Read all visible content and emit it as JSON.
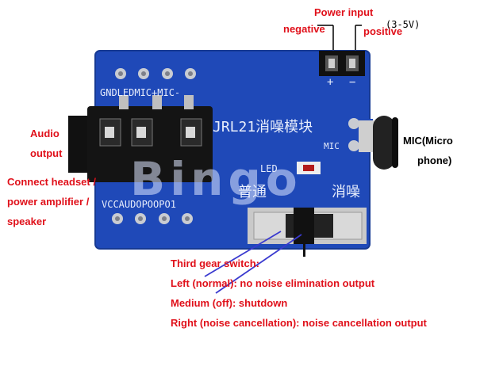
{
  "labels": {
    "power_input": "Power input",
    "negative": "negative",
    "positive": "positive",
    "voltage": "(3-5V)",
    "audio_line1": "Audio",
    "audio_line2": "output",
    "connect_line1": "Connect headset /",
    "connect_line2": "power amplifier /",
    "connect_line3": "speaker",
    "mic_line1": "MIC(Micro",
    "mic_line2": "phone)",
    "switch_title": "Third gear switch:",
    "switch_left": "Left (normal): no noise elimination output",
    "switch_medium": "Medium (off): shutdown",
    "switch_right": "Right (noise cancellation): noise cancellation output"
  },
  "board": {
    "header_pins": "GNDLEDMIC+MIC-",
    "module_name": "JRL21消噪模块",
    "bottom_pins": "VCCAUDOPOOPO1",
    "led_label": "LED",
    "mode_normal": "普通",
    "mode_noise": "消噪",
    "mic_label": "MIC",
    "plus_sign": "+",
    "minus_sign": "−"
  },
  "watermark": "Bingo",
  "colors": {
    "label_red": "#e0101a",
    "pcb_blue": "#1f49b8",
    "arrow_blue": "#3a3acf"
  }
}
